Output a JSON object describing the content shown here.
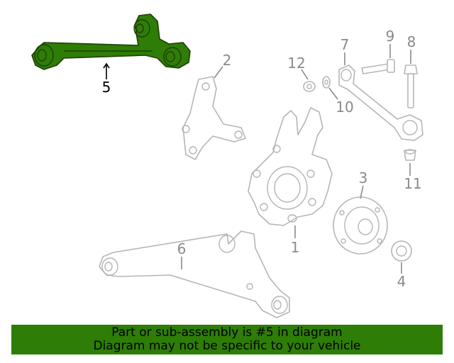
{
  "callouts": {
    "c1": "1",
    "c2": "2",
    "c3": "3",
    "c4": "4",
    "c5": "5",
    "c6": "6",
    "c7": "7",
    "c8": "8",
    "c9": "9",
    "c10": "10",
    "c11": "11",
    "c12": "12"
  },
  "highlight": {
    "part_number": "5",
    "color": "#2e7d06"
  },
  "banner": {
    "line1": "Part or sub-assembly is #5 in diagram",
    "line2": "Diagram may not be specific to your vehicle",
    "background": "#2e7d06"
  }
}
